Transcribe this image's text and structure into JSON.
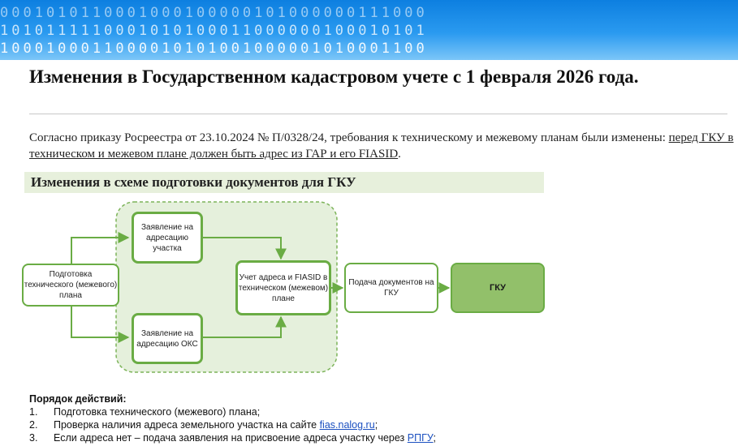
{
  "banner": {
    "row1": "0001010110001000100000101000000111000",
    "row2": "1010111110001010100011000000100010101",
    "row3": "1000100011000010101001000001010001100"
  },
  "title": "Изменения в Государственном кадастровом учете с 1 февраля 2026 года.",
  "intro": {
    "text_part1": "Согласно приказу Росреестра от 23.10.2024 № П/0328/24, требования к техническому и межевому планам были изменены: ",
    "highlight": "перед ГКУ в техническом и межевом плане должен быть адрес из ГАР и его FIASID",
    "text_end": "."
  },
  "section_heading": "Изменения в схеме подготовки документов для ГКУ",
  "diagram": {
    "preparation": "Подготовка технического (межевого) плана",
    "application_land": "Заявление на адресацию участка",
    "application_oks": "Заявление на адресацию ОКС",
    "accounting": "Учет адреса и FIASID в техническом (межевом) плане",
    "submission": "Подача документов на ГКУ",
    "gku": "ГКУ"
  },
  "steps": {
    "heading": "Порядок действий:",
    "items": [
      {
        "num": "1.",
        "text": "Подготовка технического (межевого) плана;",
        "link": "",
        "after": ""
      },
      {
        "num": "2.",
        "text": "Проверка наличия адреса земельного участка на сайте ",
        "link": "fias.nalog.ru",
        "after": ";"
      },
      {
        "num": "3.",
        "text": "Если адреса нет – подача заявления на присвоение адреса участку через ",
        "link": "РПГУ",
        "after": ";"
      }
    ]
  },
  "colors": {
    "banner": "#1a8ae8",
    "green_border": "#6aac44",
    "green_fill": "#92c06a",
    "group_fill": "#e5f0dc",
    "section_fill": "#e7f0dc",
    "link": "#1a4fc0"
  }
}
